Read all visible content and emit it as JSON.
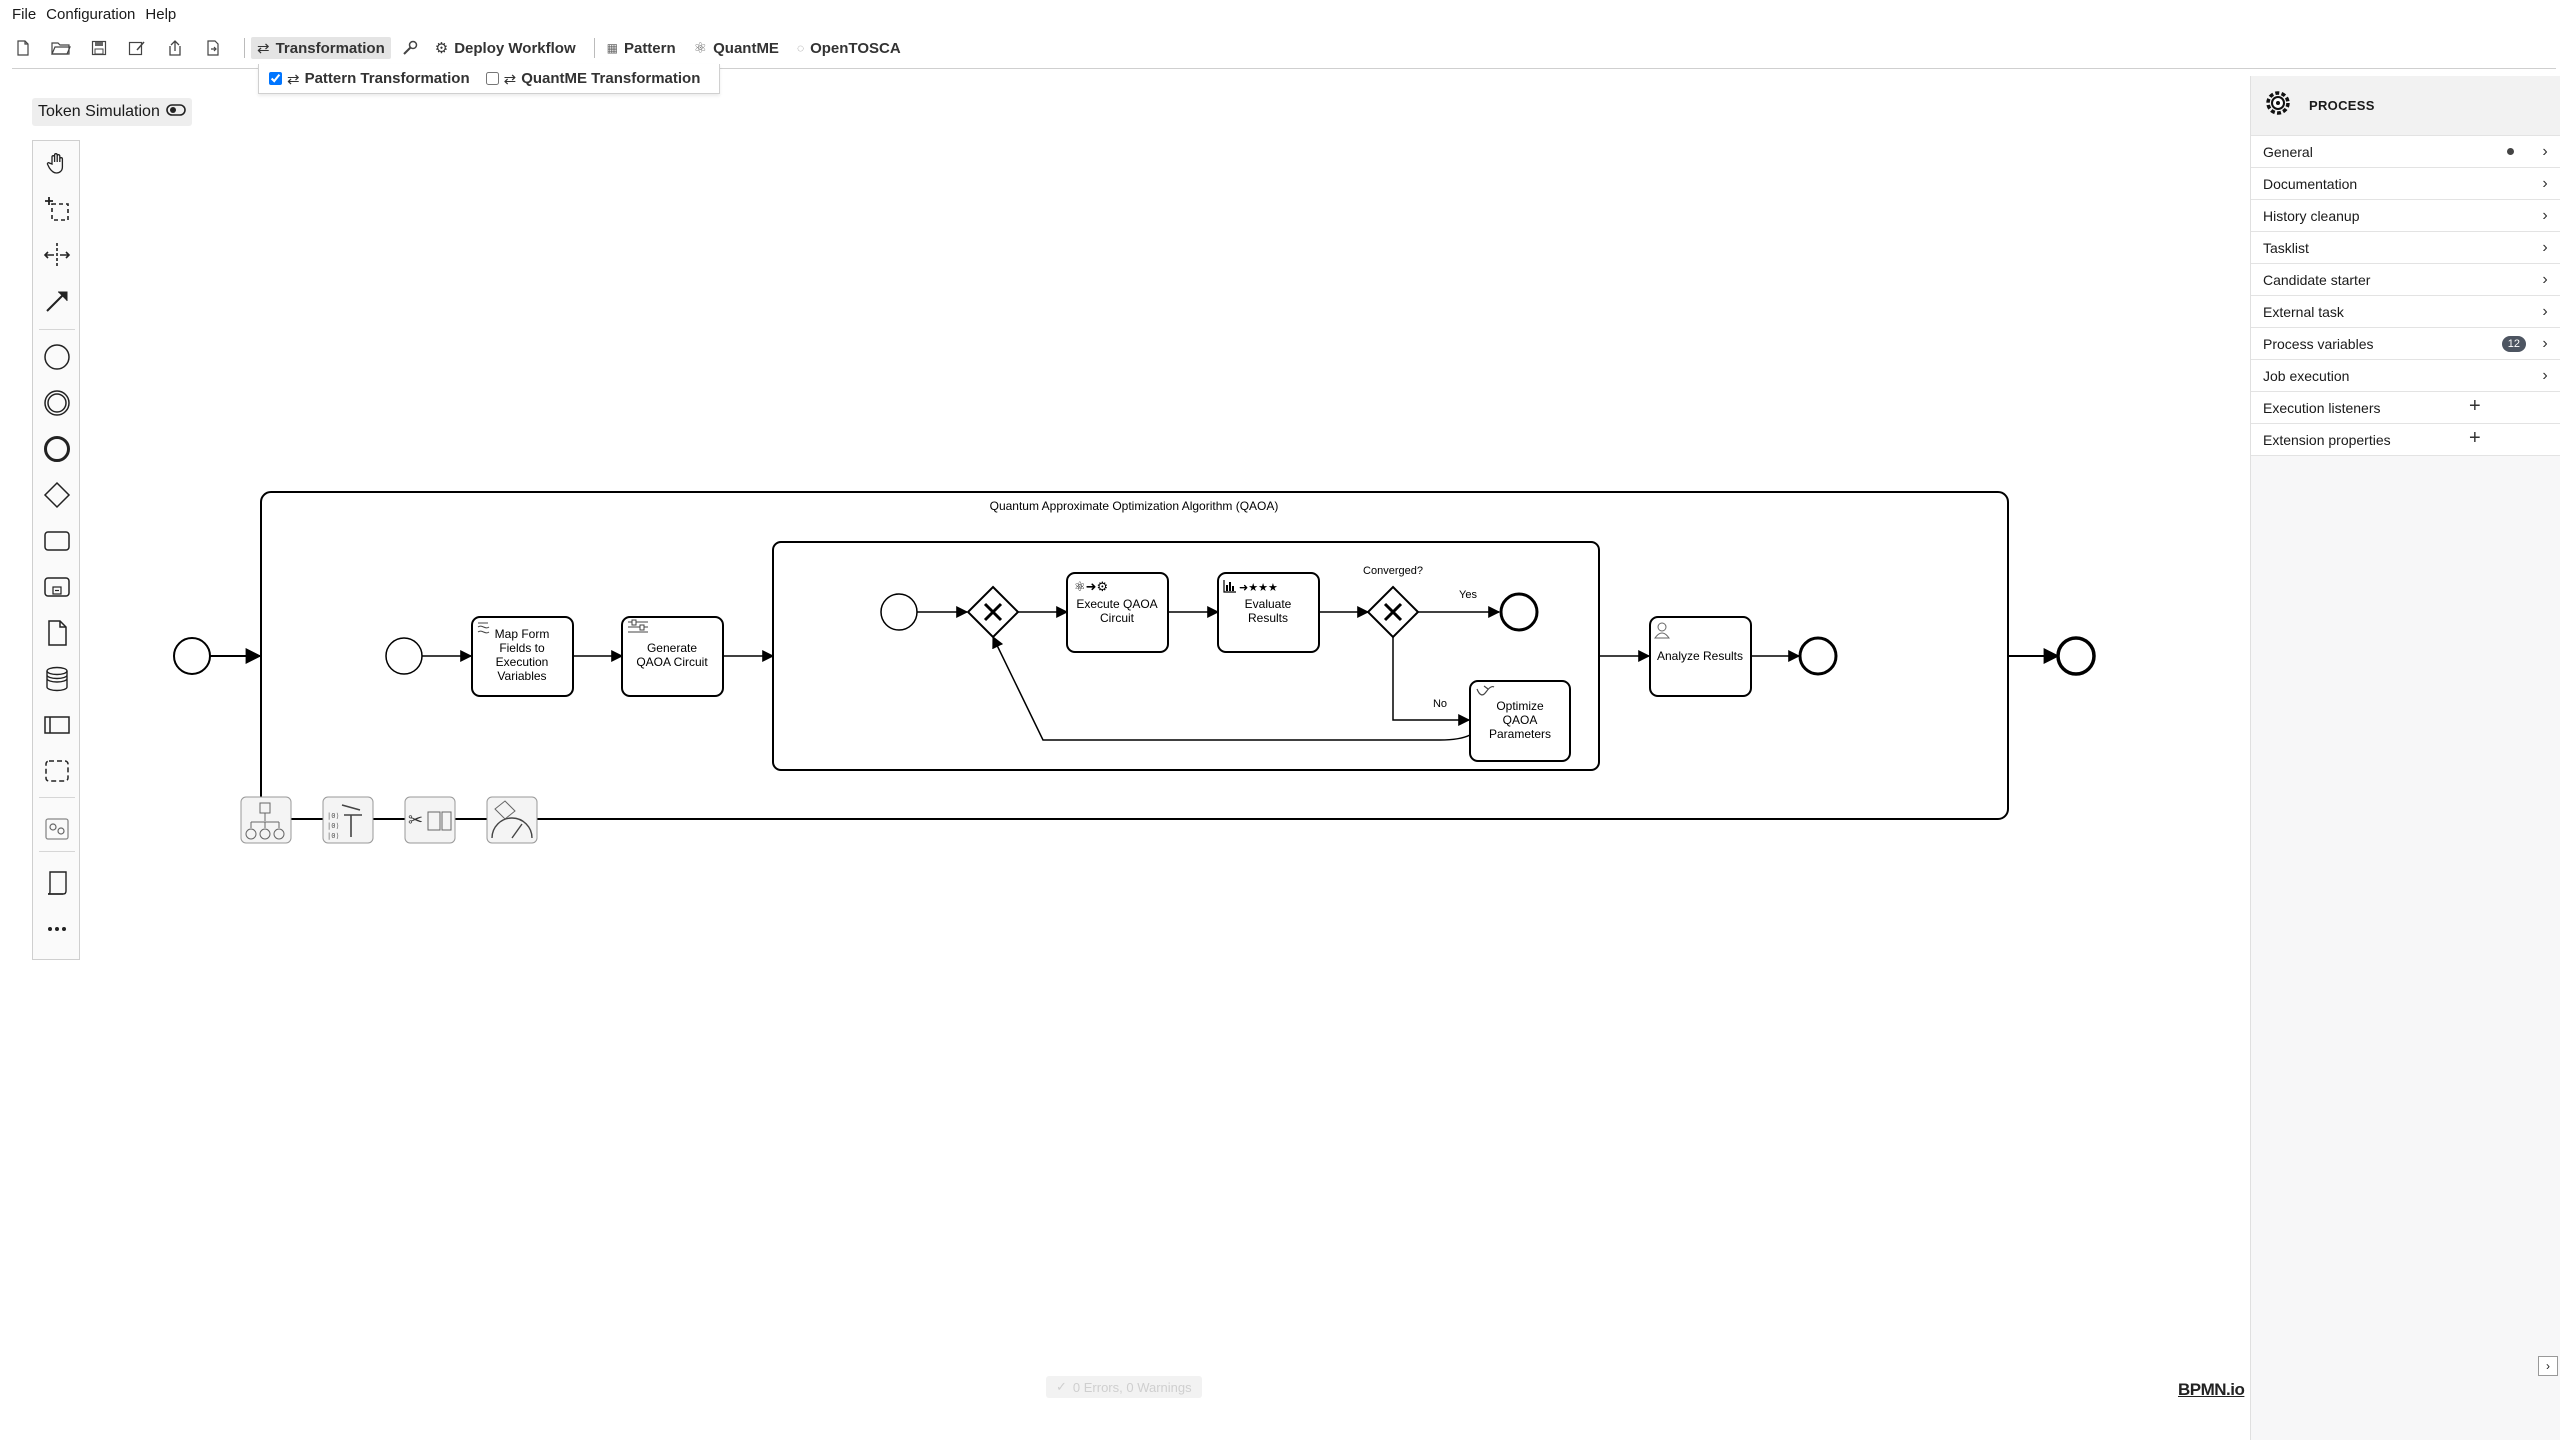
{
  "menu": {
    "file": "File",
    "configuration": "Configuration",
    "help": "Help"
  },
  "toolbar": {
    "transformation": "Transformation",
    "deploy_workflow": "Deploy Workflow",
    "pattern": "Pattern",
    "quantme": "QuantME",
    "opentosca": "OpenTOSCA"
  },
  "dropdown": {
    "pattern_transformation": "Pattern Transformation",
    "pattern_transformation_checked": true,
    "quantme_transformation": "QuantME Transformation",
    "quantme_transformation_checked": false
  },
  "token_simulation": {
    "label": "Token Simulation"
  },
  "diagram": {
    "pool_title": "Quantum Approximate Optimization Algorithm (QAOA)",
    "tasks": {
      "map_form": [
        "Map Form",
        "Fields to",
        "Execution",
        "Variables"
      ],
      "generate_circuit": [
        "Generate",
        "QAOA Circuit"
      ],
      "execute_circuit": [
        "Execute QAOA",
        "Circuit"
      ],
      "evaluate_results": [
        "Evaluate",
        "Results"
      ],
      "optimize_params": [
        "Optimize",
        "QAOA",
        "Parameters"
      ],
      "analyze_results": [
        "Analyze Results"
      ]
    },
    "gateway_label": "Converged?",
    "flow_yes": "Yes",
    "flow_no": "No"
  },
  "properties": {
    "header_title": "PROCESS",
    "groups": [
      {
        "label": "General",
        "indicator": "dot"
      },
      {
        "label": "Documentation"
      },
      {
        "label": "History cleanup"
      },
      {
        "label": "Tasklist"
      },
      {
        "label": "Candidate starter"
      },
      {
        "label": "External task"
      },
      {
        "label": "Process variables",
        "badge": "12"
      },
      {
        "label": "Job execution"
      },
      {
        "label": "Execution listeners",
        "action": "add"
      },
      {
        "label": "Extension properties",
        "action": "add"
      }
    ]
  },
  "status": {
    "text": "0 Errors, 0 Warnings"
  },
  "watermark": "BPMN.io"
}
